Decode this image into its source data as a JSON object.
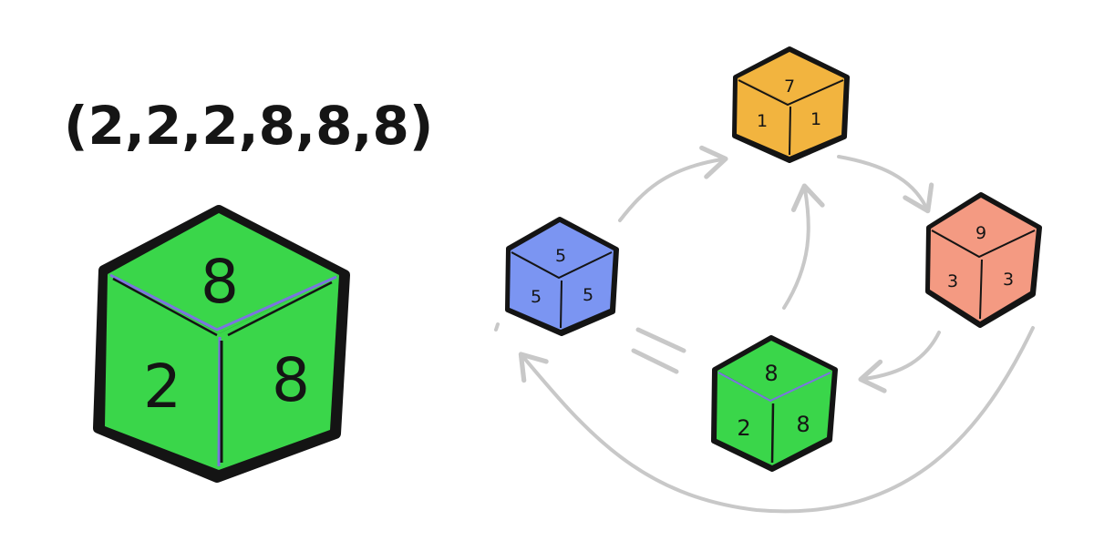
{
  "die_label": "(2,2,2,8,8,8)",
  "large_die": {
    "top": "8",
    "left": "2",
    "right": "8",
    "color": "#3ad64a"
  },
  "small_dice": {
    "yellow": {
      "top": "7",
      "left": "1",
      "right": "1",
      "color": "#f2b43f"
    },
    "red": {
      "top": "9",
      "left": "3",
      "right": "3",
      "color": "#f49a82"
    },
    "green": {
      "top": "8",
      "left": "2",
      "right": "8",
      "color": "#3ad64a"
    },
    "blue": {
      "top": "5",
      "left": "5",
      "right": "5",
      "color": "#7b95f2"
    }
  },
  "equals_symbol": "=",
  "colors": {
    "arrow": "#c8c8c8",
    "outline": "#141414",
    "edge_highlight": "#7b74e0"
  }
}
